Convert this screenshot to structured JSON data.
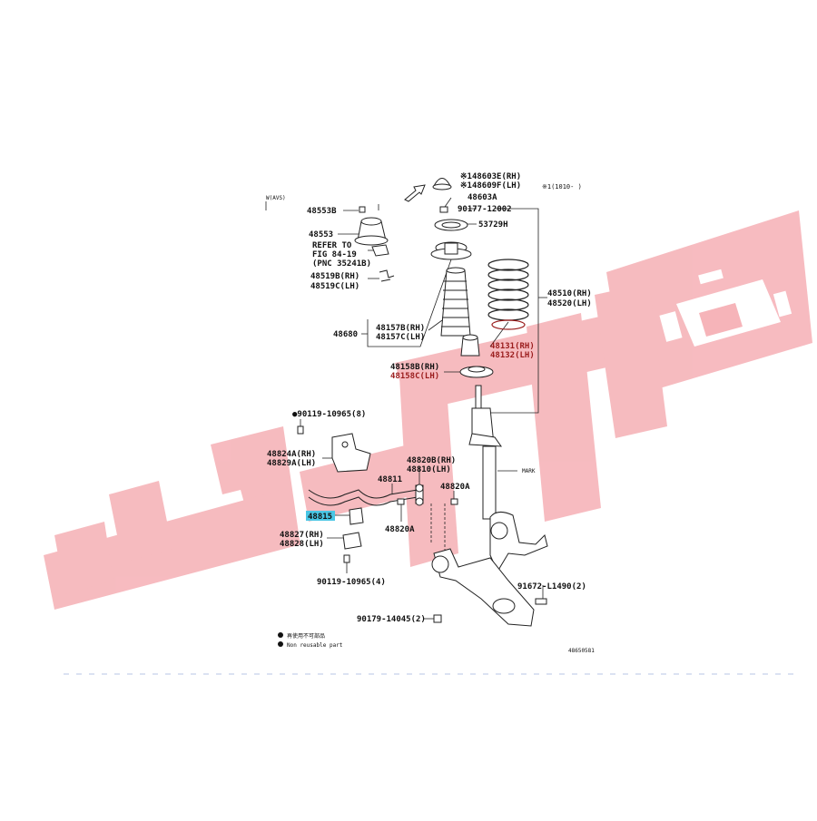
{
  "labels": {
    "l_48603e": "※148603E(RH)",
    "l_48609f": "※148609F(LH)",
    "l_note1": "※1(1010-  )",
    "l_48603a": "48603A",
    "l_90177": "90177-12002",
    "l_53729h": "53729H",
    "l_wavs": "W(AVS)",
    "l_48553b": "48553B",
    "l_48553": "48553",
    "l_refer1": "REFER TO",
    "l_refer2": "FIG 84-19",
    "l_refer3": "(PNC 35241B)",
    "l_48519b": "48519B(RH)",
    "l_48519c": "48519C(LH)",
    "l_48510": "48510(RH)",
    "l_48520": "48520(LH)",
    "l_48157b": "48157B(RH)",
    "l_48157c": "48157C(LH)",
    "l_48680": "48680",
    "l_48131": "48131(RH)",
    "l_48132": "48132(LH)",
    "l_48158b": "48158B(RH)",
    "l_48158c": "48158C(LH)",
    "l_90119a": "●90119-10965(8)",
    "l_48824a": "48824A(RH)",
    "l_48829a": "48829A(LH)",
    "l_48820b": "48820B(RH)",
    "l_48810": "48810(LH)",
    "l_mark": "MARK",
    "l_48811": "48811",
    "l_48820a_1": "48820A",
    "l_48815": "48815",
    "l_48820a_2": "48820A",
    "l_48827": "48827(RH)",
    "l_48828": "48828(LH)",
    "l_90119b": "90119-10965(4)",
    "l_91672": "91672-L1490(2)",
    "l_90179": "90179-14045(2)",
    "l_legend1": "再使用不可部品",
    "l_legend2": "Non reusable part",
    "l_code": "48650581"
  },
  "watermark": {
    "color": "#f5b5b9"
  },
  "colors": {
    "highlight": "#49c6e5",
    "red_label": "#9a1c1c",
    "ink": "#111111"
  }
}
